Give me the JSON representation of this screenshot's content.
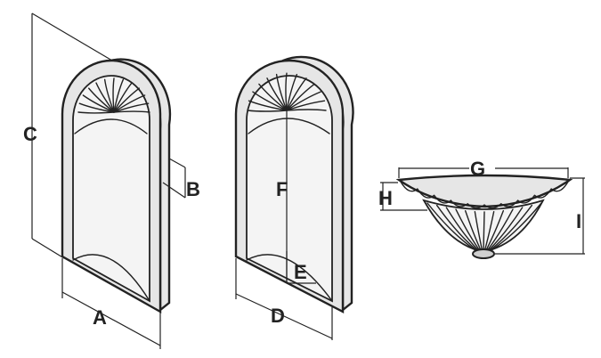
{
  "labels": {
    "a": "A",
    "b": "B",
    "c": "C",
    "d": "D",
    "e": "E",
    "f": "F",
    "g": "G",
    "h": "H",
    "i": "I"
  },
  "colors": {
    "line": "#222222",
    "frame_fill": "#e6e6e6",
    "inner_fill": "#f4f4f4",
    "background": "#ffffff"
  }
}
